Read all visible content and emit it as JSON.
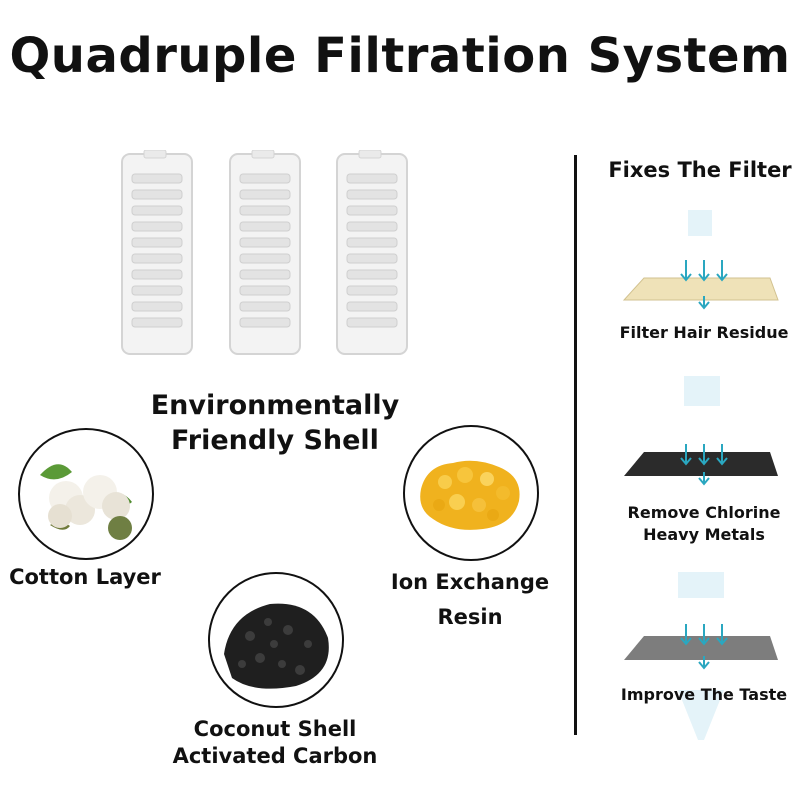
{
  "title": "Quadruple Filtration System",
  "shell_label": [
    "Environmentally",
    "Friendly Shell"
  ],
  "cotton_label": "Cotton Layer",
  "ion_label": [
    "Ion Exchange",
    "Resin"
  ],
  "carbon_label": [
    "Coconut Shell",
    "Activated Carbon"
  ],
  "right_title": "Fixes The Filter",
  "steps": [
    {
      "lines": [
        "Filter Hair Residue"
      ],
      "color": "#efe2b8"
    },
    {
      "lines": [
        "Remove Chlorine",
        "Heavy Metals"
      ],
      "color": "#2b2b2b"
    },
    {
      "lines": [
        "Improve The Taste"
      ],
      "color": "#7d7d7d"
    }
  ],
  "arrow_color": "#2aa7c0"
}
